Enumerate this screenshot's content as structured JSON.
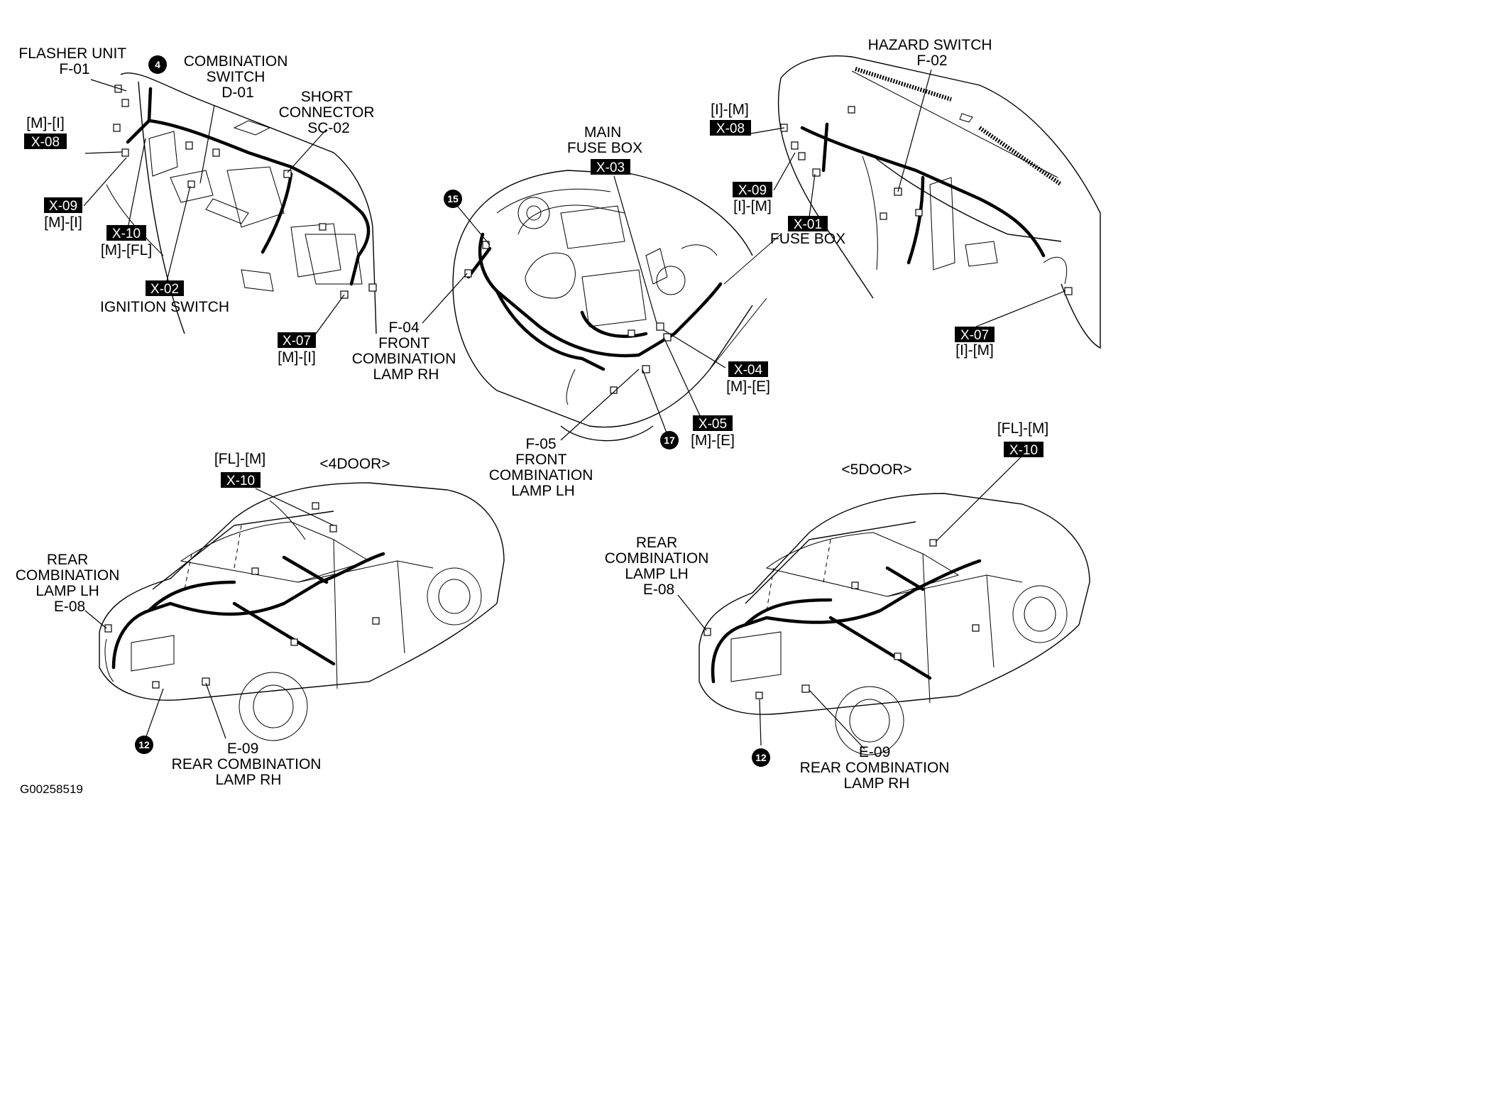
{
  "labels": {
    "flasher_unit": [
      "FLASHER UNIT",
      "F-01"
    ],
    "combination_switch": [
      "COMBINATION",
      "SWITCH",
      "D-01"
    ],
    "short_connector": [
      "SHORT",
      "CONNECTOR",
      "SC-02"
    ],
    "ignition_switch": [
      "IGNITION SWITCH"
    ],
    "main_fuse_box": [
      "MAIN",
      "FUSE BOX"
    ],
    "hazard_switch": [
      "HAZARD SWITCH",
      "F-02"
    ],
    "fuse_box": [
      "FUSE BOX"
    ],
    "front_lamp_rh": [
      "F-04",
      "FRONT",
      "COMBINATION",
      "LAMP RH"
    ],
    "front_lamp_lh": [
      "F-05",
      "FRONT",
      "COMBINATION",
      "LAMP LH"
    ],
    "rear_lamp_lh_4door": [
      "REAR",
      "COMBINATION",
      "LAMP LH",
      "E-08"
    ],
    "rear_lamp_rh_4door": [
      "E-09",
      "REAR COMBINATION",
      "LAMP RH"
    ],
    "rear_lamp_lh_5door": [
      "REAR",
      "COMBINATION",
      "LAMP LH",
      "E-08"
    ],
    "rear_lamp_rh_5door": [
      "E-09",
      "REAR COMBINATION",
      "LAMP RH"
    ],
    "door4": "<4DOOR>",
    "door5": "<5DOOR>",
    "figure_code": "G00258519"
  },
  "connector_tags": {
    "x08_left": {
      "code": "X-08",
      "sub": "[M]-[I]"
    },
    "x09_left": {
      "code": "X-09",
      "sub": "[M]-[I]"
    },
    "x10_left": {
      "code": "X-10",
      "sub": "[M]-[FL]"
    },
    "x02": {
      "code": "X-02"
    },
    "x07_left": {
      "code": "X-07",
      "sub": "[M]-[I]"
    },
    "x03": {
      "code": "X-03"
    },
    "x08_right": {
      "code": "X-08",
      "sub": "[I]-[M]"
    },
    "x09_right": {
      "code": "X-09",
      "sub": "[I]-[M]"
    },
    "x01": {
      "code": "X-01"
    },
    "x07_right": {
      "code": "X-07",
      "sub": "[I]-[M]"
    },
    "x04": {
      "code": "X-04",
      "sub": "[M]-[E]"
    },
    "x05": {
      "code": "X-05",
      "sub": "[M]-[E]"
    },
    "x10_4door": {
      "code": "X-10",
      "sub": "[FL]-[M]"
    },
    "x10_5door": {
      "code": "X-10",
      "sub": "[FL]-[M]"
    }
  },
  "ground_markers": {
    "g4": "4",
    "g15": "15",
    "g17": "17",
    "g12_4door": "12",
    "g12_5door": "12"
  }
}
